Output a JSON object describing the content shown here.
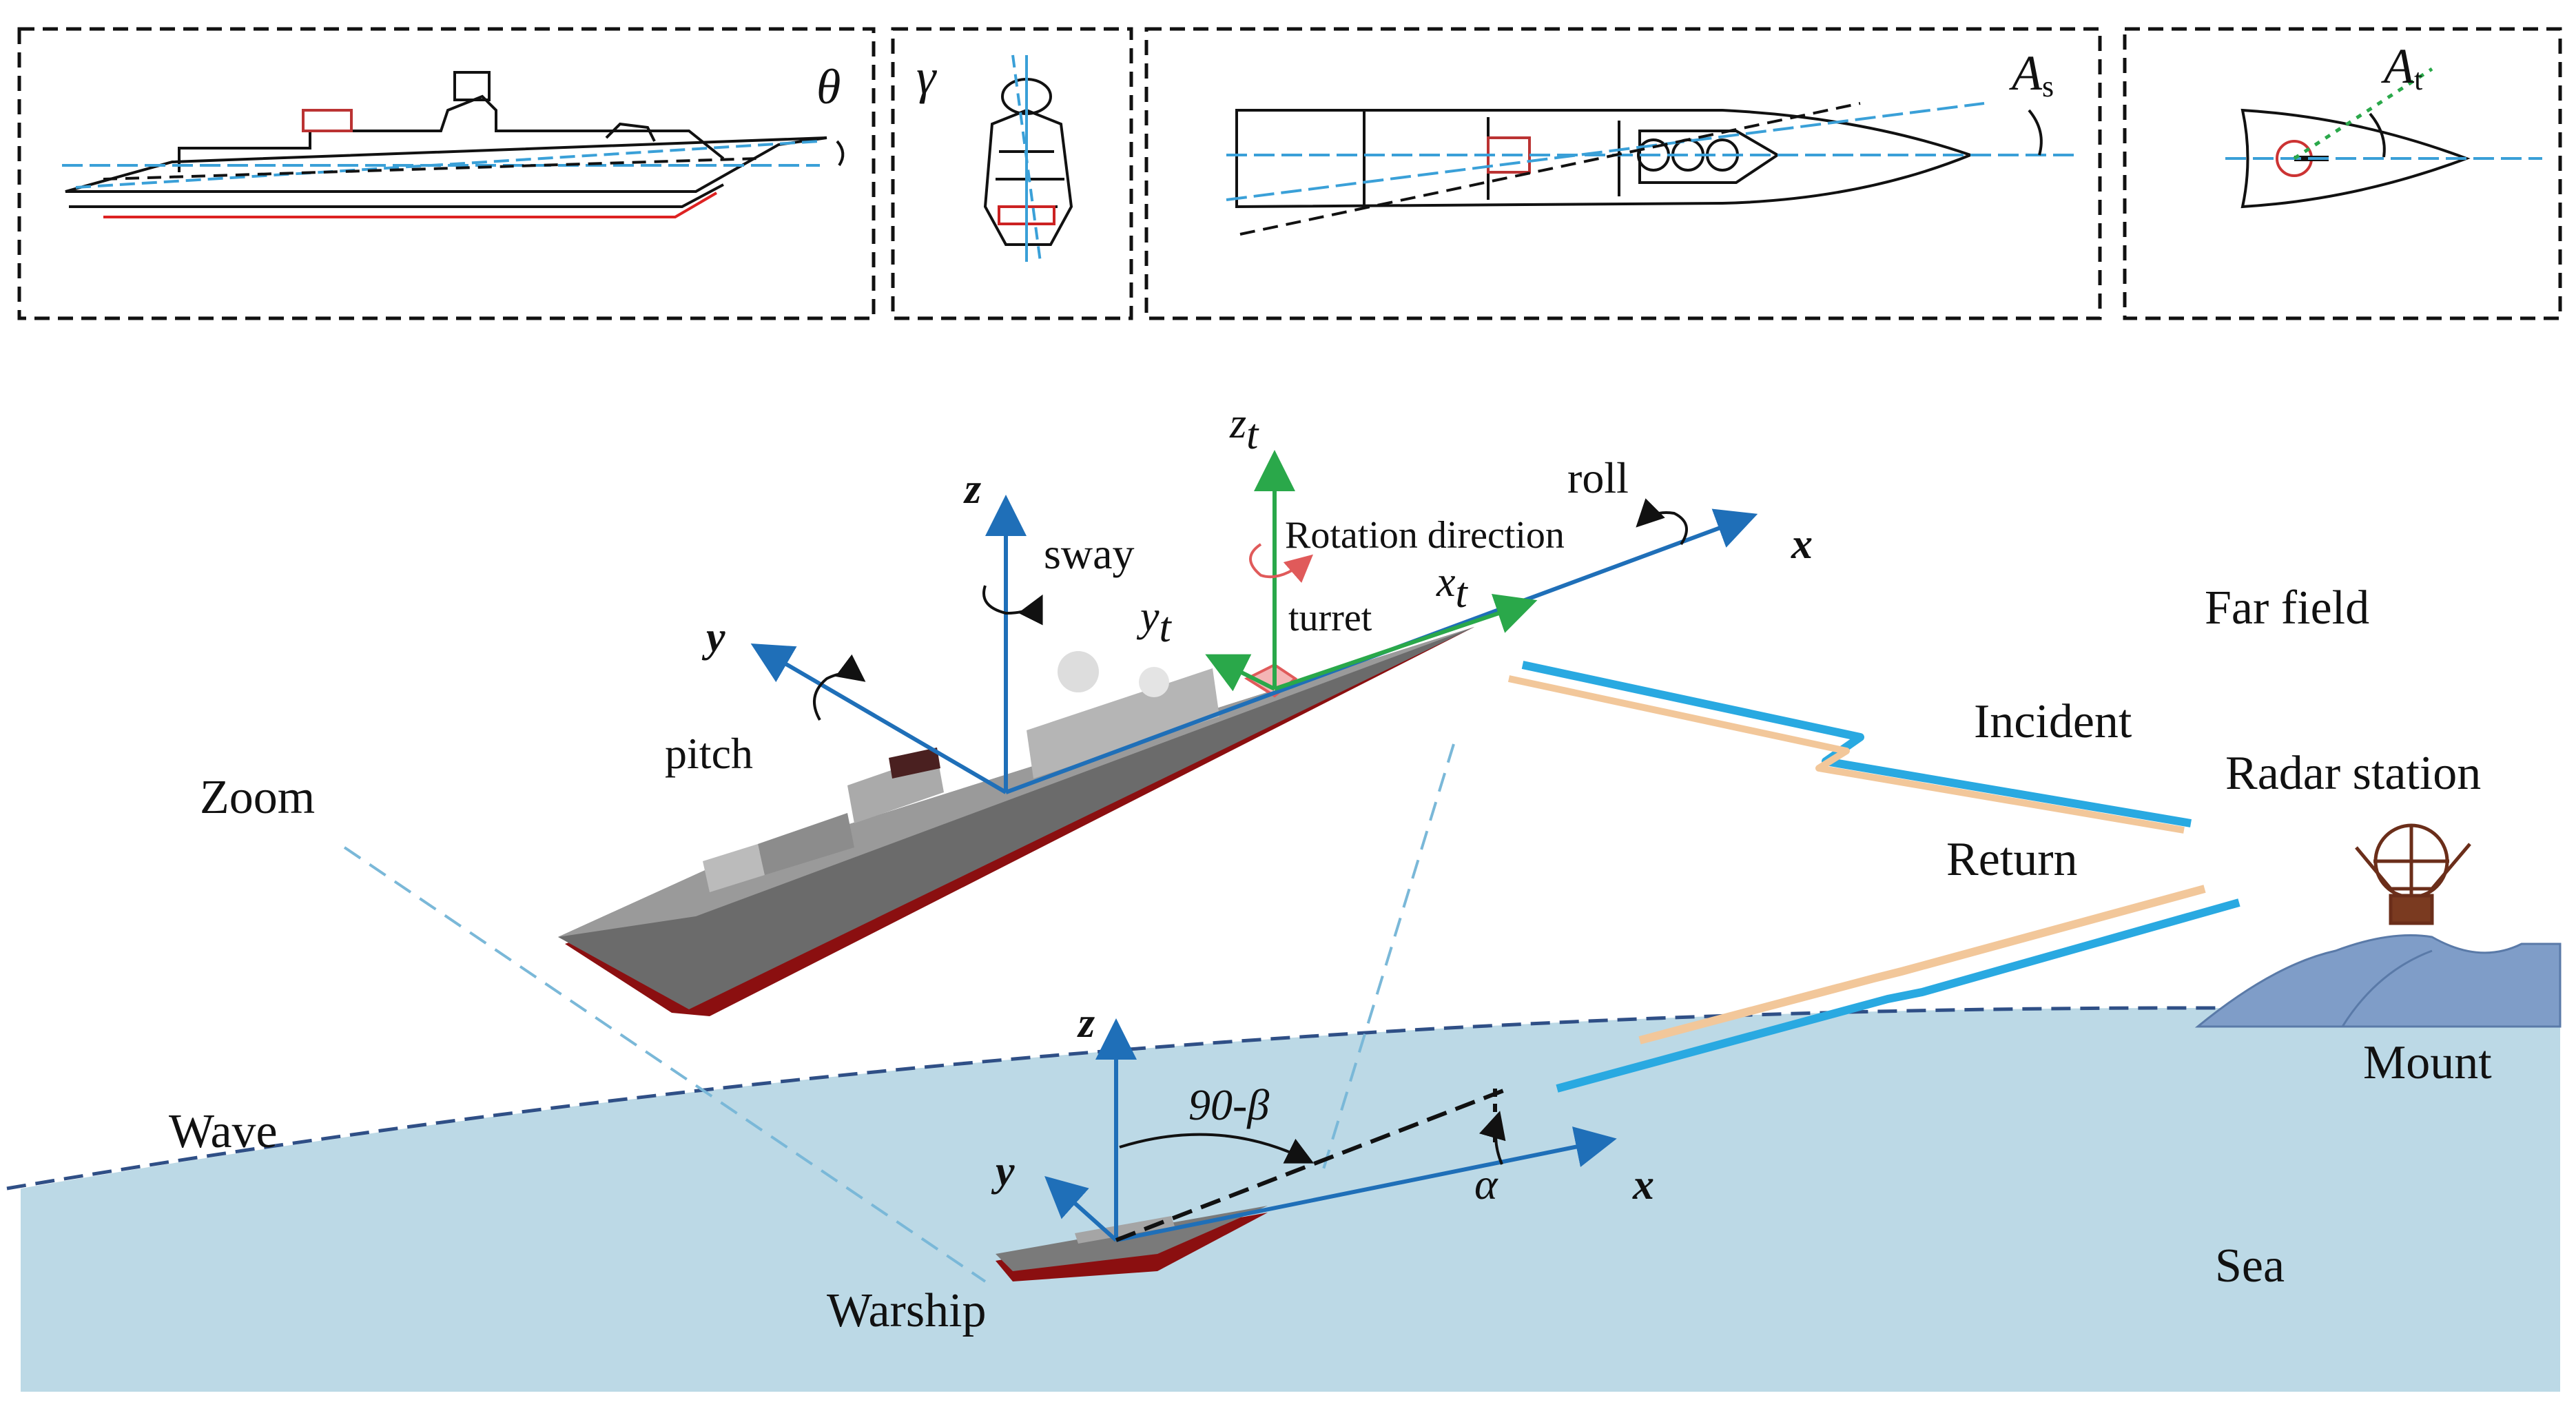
{
  "colors": {
    "sea": "#bcd9e6",
    "wave_line": "#2f4f86",
    "axis_blue": "#1f6fb8",
    "axis_green": "#2aa84a",
    "incident": "#29a9e1",
    "return": "#f2c79a",
    "mount": "#7f9dc8",
    "hull_gray": "#7a7a7a",
    "hull_red": "#8b0f10",
    "turret": "#e05a5a",
    "guide": "#7ab8d8"
  },
  "panels": {
    "pitch_symbol": "θ",
    "roll_symbol": "γ",
    "azimuth_ship_symbol": "A",
    "azimuth_ship_sub": "s",
    "azimuth_turret_symbol": "A",
    "azimuth_turret_sub": "t"
  },
  "labels": {
    "zt": "z",
    "zt_sub": "t",
    "xt": "x",
    "xt_sub": "t",
    "yt": "y",
    "yt_sub": "t",
    "z_ship": "z",
    "y_ship": "y",
    "x_ship": "x",
    "sway": "sway",
    "pitch": "pitch",
    "roll": "roll",
    "rotation_direction": "Rotation direction",
    "turret": "turret",
    "far_field": "Far field",
    "incident": "Incident",
    "radar_station": "Radar station",
    "return": "Return",
    "zoom": "Zoom",
    "mount": "Mount",
    "wave": "Wave",
    "z_small": "z",
    "y_small": "y",
    "x_small": "x",
    "angle_beta": "90-β",
    "angle_alpha": "α",
    "warship": "Warship",
    "sea": "Sea"
  },
  "icons": [
    "ship-profile-icon",
    "ship-front-icon",
    "ship-top-icon",
    "turret-top-icon",
    "warship-3d-icon",
    "radar-station-icon",
    "mountain-icon"
  ]
}
